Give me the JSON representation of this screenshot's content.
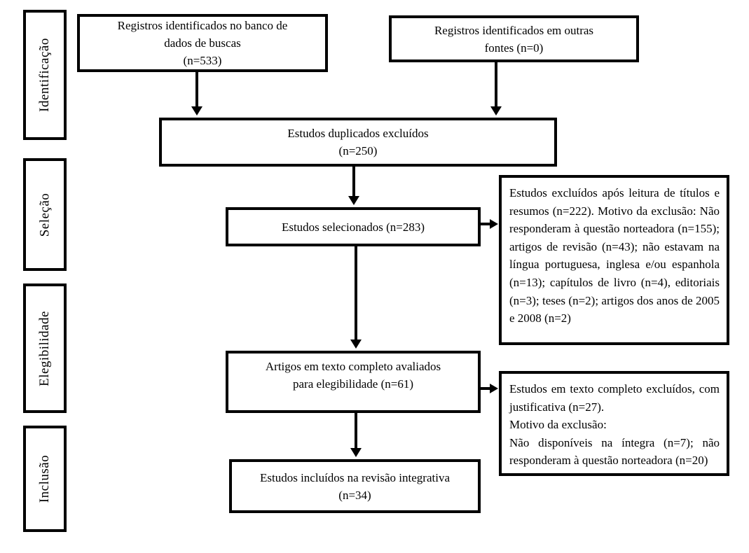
{
  "phases": {
    "identification": "Identificação",
    "selection": "Seleção",
    "eligibility": "Elegibilidade",
    "inclusion": "Inclusão"
  },
  "boxes": {
    "db_records": "Registros identificados no banco de\ndados de buscas\n(n=533)",
    "other_records": "Registros identificados em outras\nfontes (n=0)",
    "duplicates_removed": "Estudos duplicados excluídos\n(n=250)",
    "studies_selected": "Estudos selecionados (n=283)",
    "excluded_after_screening": "Estudos excluídos após leitura de títulos e resumos (n=222). Motivo da exclusão: Não responderam à questão norteadora (n=155); artigos de revisão (n=43); não estavam na língua portuguesa, inglesa e/ou espanhola (n=13); capítulos de livro (n=4), editoriais (n=3); teses (n=2); artigos dos anos de 2005 e 2008 (n=2)",
    "fulltext_assessed": "Artigos em texto completo avaliados\npara elegibilidade (n=61)",
    "excluded_fulltext": "Estudos em texto completo excluídos, com justificativa (n=27).\nMotivo da exclusão:\nNão disponíveis na íntegra (n=7); não responderam à questão norteadora (n=20)",
    "included": "Estudos incluídos na revisão integrativa\n(n=34)"
  },
  "counts": {
    "identified_database": 533,
    "identified_other_sources": 0,
    "duplicates_excluded": 250,
    "selected": 283,
    "excluded_titles_abstracts": 222,
    "excluded_no_guiding_question": 155,
    "excluded_review_articles": 43,
    "excluded_language": 13,
    "excluded_book_chapters": 4,
    "excluded_editorials": 3,
    "excluded_theses": 2,
    "excluded_years_2005_2008": 2,
    "fulltext_assessed": 61,
    "fulltext_excluded": 27,
    "fulltext_not_available": 7,
    "fulltext_no_guiding_question": 20,
    "included_integrative_review": 34
  },
  "colors": {
    "line": "#000000",
    "background": "#ffffff",
    "text": "#000000"
  }
}
